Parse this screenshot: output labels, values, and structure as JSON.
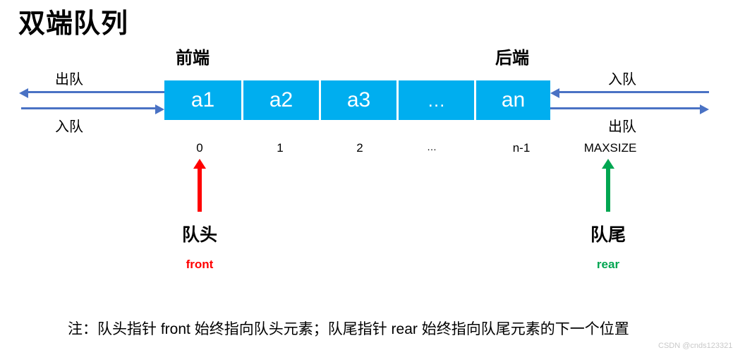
{
  "title": "双端队列",
  "ends": {
    "front_label": "前端",
    "rear_label": "后端"
  },
  "queue": {
    "cells": [
      {
        "value": "a1",
        "index": "0"
      },
      {
        "value": "a2",
        "index": "1"
      },
      {
        "value": "a3",
        "index": "2"
      },
      {
        "value": "…",
        "index": "…"
      },
      {
        "value": "an",
        "index": "n-1"
      }
    ],
    "capacity_index": "MAXSIZE"
  },
  "operations": {
    "left_top": "出队",
    "left_bottom": "入队",
    "right_top": "入队",
    "right_bottom": "出队"
  },
  "pointers": {
    "front": {
      "cn": "队头",
      "en": "front",
      "color": "#FF0000"
    },
    "rear": {
      "cn": "队尾",
      "en": "rear",
      "color": "#00A651"
    }
  },
  "note": "注：队头指针 front 始终指向队头元素；队尾指针 rear 始终指向队尾元素的下一个位置",
  "watermark": "CSDN @cnds123321",
  "colors": {
    "cell_fill": "#00AEEF",
    "arrow_blue": "#4A72C4",
    "front_red": "#FF0000",
    "rear_green": "#00A651"
  }
}
